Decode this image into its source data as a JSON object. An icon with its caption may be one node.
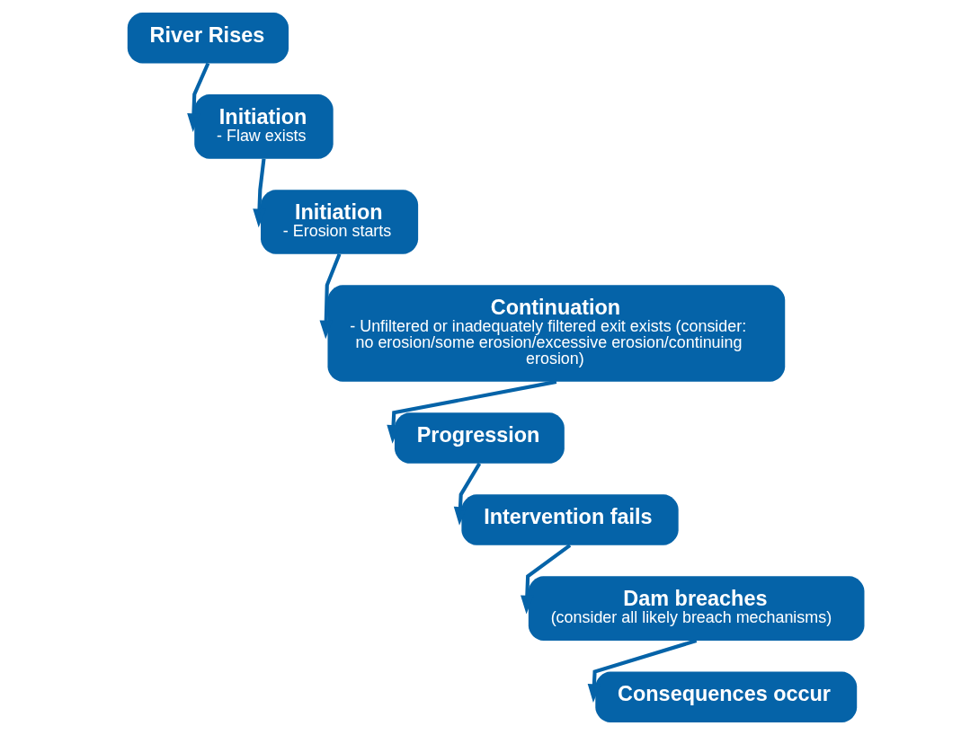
{
  "diagram": {
    "nodes": [
      {
        "text": [
          "River Rises"
        ]
      },
      {
        "text": [
          "Initiation",
          "- Flaw exists"
        ]
      },
      {
        "text": [
          "Initiation",
          "- Erosion starts"
        ]
      },
      {
        "text": [
          "Continuation",
          "- Unfiltered or inadequately filtered exit exists (consider: no erosion/some erosion/excessive erosion/continuing erosion)"
        ]
      },
      {
        "text": [
          "Progression"
        ]
      },
      {
        "text": [
          "Intervention fails"
        ]
      },
      {
        "text": [
          "Dam breaches",
          "(consider all likely breach mechanisms)"
        ]
      },
      {
        "text": [
          "Consequences occur"
        ]
      }
    ],
    "edges": [
      {
        "from": 0,
        "to": 1,
        "arrow": "to"
      },
      {
        "from": 1,
        "to": 2,
        "arrow": "to"
      },
      {
        "from": 2,
        "to": 3,
        "arrow": "to"
      },
      {
        "from": 3,
        "to": 4,
        "arrow": "to"
      },
      {
        "from": 4,
        "to": 5,
        "arrow": "to"
      },
      {
        "from": 5,
        "to": 6,
        "arrow": "to"
      },
      {
        "from": 6,
        "to": 7,
        "arrow": "to"
      }
    ]
  }
}
